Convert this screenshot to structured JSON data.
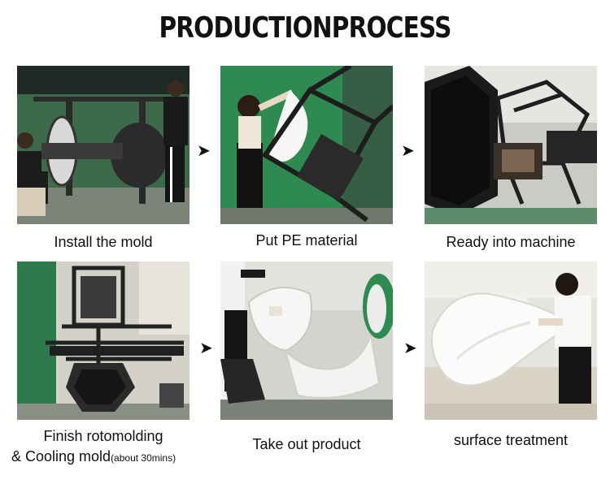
{
  "title": "PRODUCTIONPROCESS",
  "arrow_glyph": "➤",
  "steps": [
    {
      "caption": "Install the mold",
      "image": "workers-installing-mold-photo"
    },
    {
      "caption": "Put PE material",
      "image": "worker-loading-pe-material-photo"
    },
    {
      "caption": "Ready into machine",
      "image": "mold-entering-oven-photo"
    },
    {
      "caption_line1": "Finish rotomolding",
      "caption_line2_main": "& Cooling mold",
      "caption_line2_note": "(about 30mins)",
      "image": "cooling-mold-rig-photo"
    },
    {
      "caption": "Take out product",
      "image": "worker-demolding-product-photo"
    },
    {
      "caption": "surface treatment",
      "image": "worker-finishing-product-photo"
    }
  ],
  "colors": {
    "factory_green": "#2f8a52",
    "steel_dark": "#2a2a2a",
    "floor_gray": "#8a8f86",
    "product_white": "#f4f4f2"
  }
}
